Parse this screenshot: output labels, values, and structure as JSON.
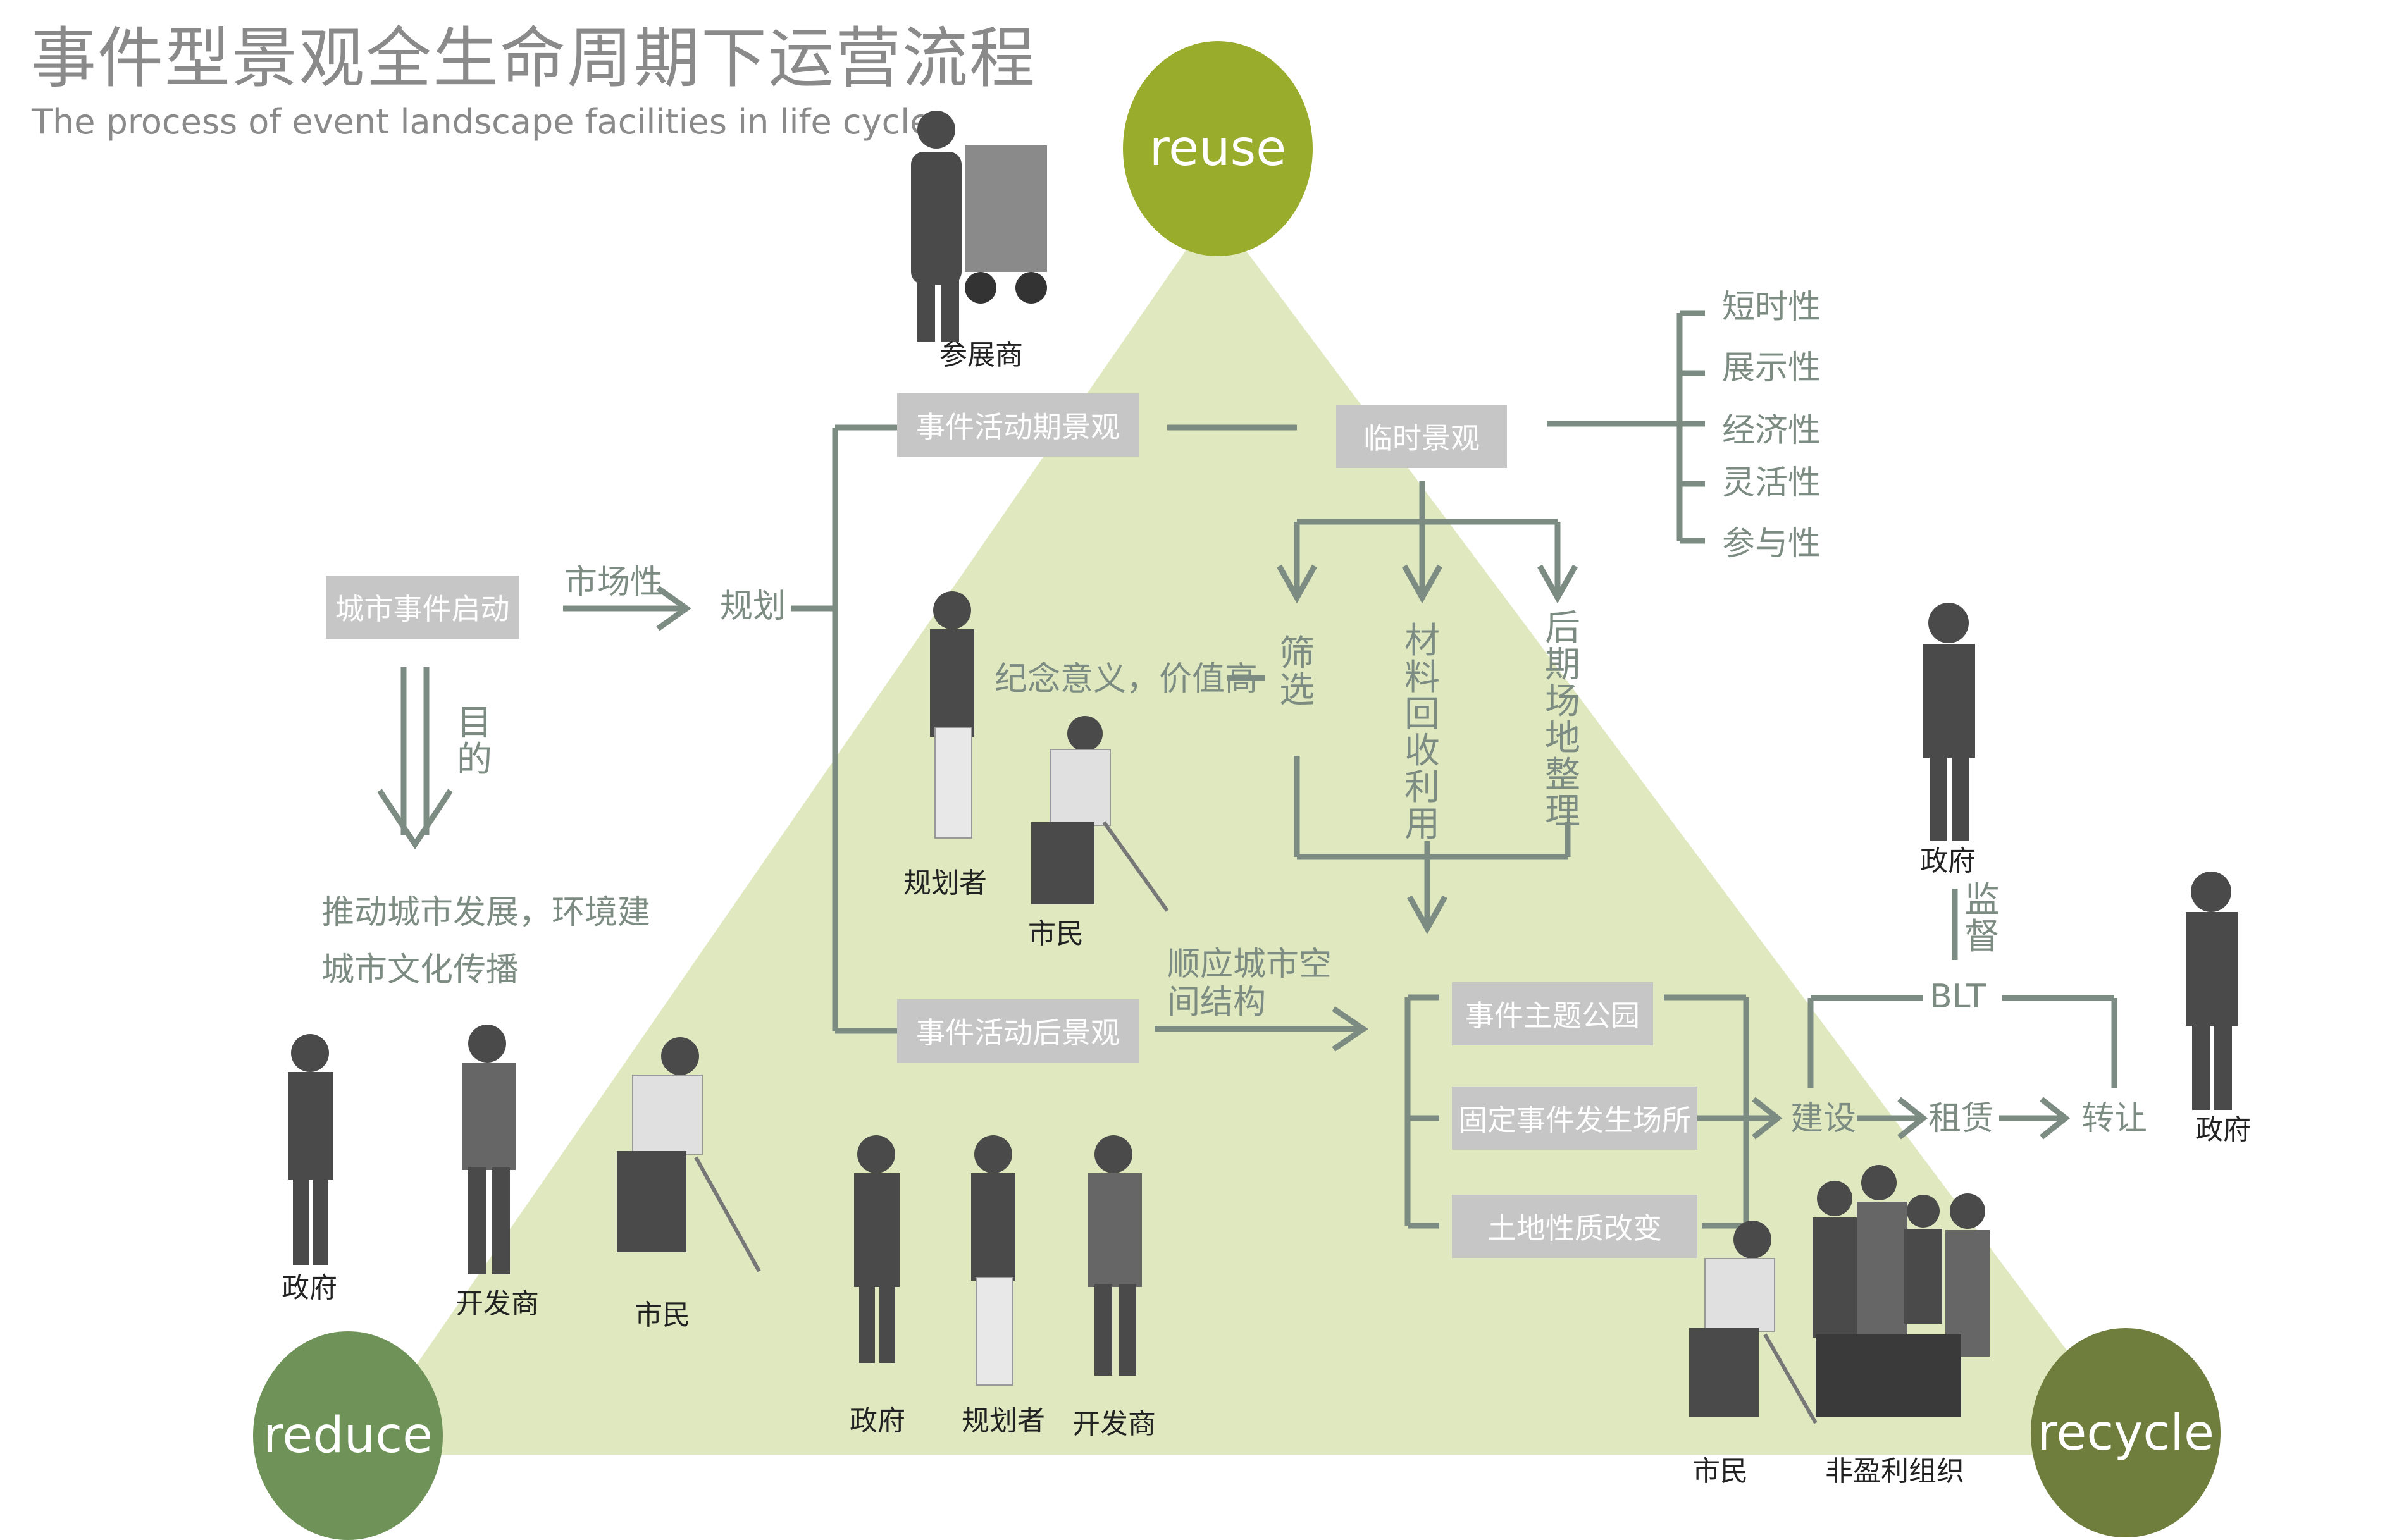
{
  "title": {
    "cn": "事件型景观全生命周期下运营流程",
    "en": "The process of event landscape facilities  in life cycle"
  },
  "cycle": {
    "reuse": "reuse",
    "reduce": "reduce",
    "recycle": "recycle",
    "colors": {
      "reuse": "#9aac2c",
      "reduce": "#6e9257",
      "recycle": "#6f7e3d",
      "triangle": "#dfe8bf"
    }
  },
  "flow": {
    "start": "城市事件启动",
    "market": "市场性",
    "plan": "规划",
    "purpose": "目的",
    "goal_line1": "推动城市发展，环境建",
    "goal_line2": "城市文化传播",
    "during": "事件活动期景观",
    "temporary": "临时景观",
    "properties": [
      "短时性",
      "展示性",
      "经济性",
      "灵活性",
      "参与性"
    ],
    "screen": "筛选",
    "recycle_material": "材料回收利用",
    "post_arrange": "后期场地整理",
    "memorial": "纪念意义，价值高",
    "after": "事件活动后景观",
    "conform": "顺应城市空间结构",
    "outcomes": [
      "事件主题公园",
      "固定事件发生场所",
      "土地性质改变"
    ],
    "build": "建设",
    "lease": "租赁",
    "transfer": "转让",
    "blt": "BLT",
    "supervise": "监督"
  },
  "people": {
    "exhibitor": "参展商",
    "planner": "规划者",
    "citizen": "市民",
    "government": "政府",
    "developer": "开发商",
    "npo": "非盈利组织"
  }
}
